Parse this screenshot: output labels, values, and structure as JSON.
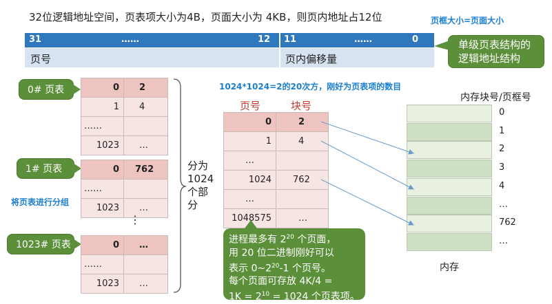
{
  "header": {
    "title": "32位逻辑地址空间，页表项大小为4B，页面大小为 4KB，则页内地址占12位",
    "note_right": "页框大小=页面大小"
  },
  "address_bar": {
    "bits_left_start": "31",
    "bits_left_dots": "……",
    "bits_left_end": "12",
    "bits_right_start": "11",
    "bits_right_dots": "……",
    "bits_right_end": "0",
    "field_left": "页号",
    "field_right": "页内偏移量"
  },
  "callout_structure": {
    "line1": "单级页表结构的",
    "line2": "逻辑地址结构"
  },
  "left_tables": [
    {
      "label": "0# 页表",
      "rows": [
        {
          "col1": "0",
          "col2": "2",
          "bold": true
        },
        {
          "col1": "1",
          "col2": "4",
          "bold": false
        },
        {
          "col1": "……",
          "col2": "",
          "bold": false
        },
        {
          "col1": "1023",
          "col2": "…",
          "bold": false
        }
      ]
    },
    {
      "label": "1# 页表",
      "rows": [
        {
          "col1": "0",
          "col2": "762",
          "bold": true
        },
        {
          "col1": "……",
          "col2": "",
          "bold": false
        },
        {
          "col1": "1023",
          "col2": "…",
          "bold": false
        }
      ]
    },
    {
      "label": "1023# 页表",
      "rows": [
        {
          "col1": "0",
          "col2": "…",
          "bold": true
        },
        {
          "col1": "……",
          "col2": "",
          "bold": false
        },
        {
          "col1": "1023",
          "col2": "…",
          "bold": false
        }
      ]
    }
  ],
  "group_note": "将页表进行分组",
  "vertical_dots": "⋮",
  "brace_label": [
    "分为",
    "1024",
    "个部",
    "分"
  ],
  "count_note": "1024*1024=2的20次方，刚好为页表项的数目",
  "single_table": {
    "head_page": "页号",
    "head_block": "块号",
    "rows": [
      {
        "col1": "0",
        "col2": "2",
        "bold": true
      },
      {
        "col1": "1",
        "col2": "4",
        "bold": false
      },
      {
        "col1": "…",
        "col2": "",
        "bold": false
      },
      {
        "col1": "1024",
        "col2": "762",
        "bold": false
      },
      {
        "col1": "…",
        "col2": "",
        "bold": false
      },
      {
        "col1": "1048575",
        "col2": "…",
        "bold": false
      }
    ]
  },
  "info_bubble": {
    "l1a": "进程最多有 2",
    "l1sup": "20",
    "l1b": " 个页面，",
    "l2": "用 20 位二进制刚好可以",
    "l3a": "表示 0~2",
    "l3sup": "20",
    "l3b": "-1 个页号。",
    "l4": "每个页面可存放 4K/4 =",
    "l5a": "1K = 2",
    "l5sup": "10",
    "l5b": " = 1024 个页表项。"
  },
  "memory": {
    "header": "内存块号/页框号",
    "labels": [
      "0",
      "1",
      "2",
      "3",
      "4",
      "…",
      "762",
      "…"
    ],
    "caption": "内存"
  },
  "colors": {
    "accent_blue": "#2f78be",
    "light_blue": "#d7e3f1",
    "green_bubble": "#5c8f3a",
    "pink_dark": "#eec4c0",
    "pink_light": "#f7e5e3",
    "mem_green": "#cfe0c5",
    "mem_light": "#e7f0e1",
    "red_text": "#c0392b"
  }
}
